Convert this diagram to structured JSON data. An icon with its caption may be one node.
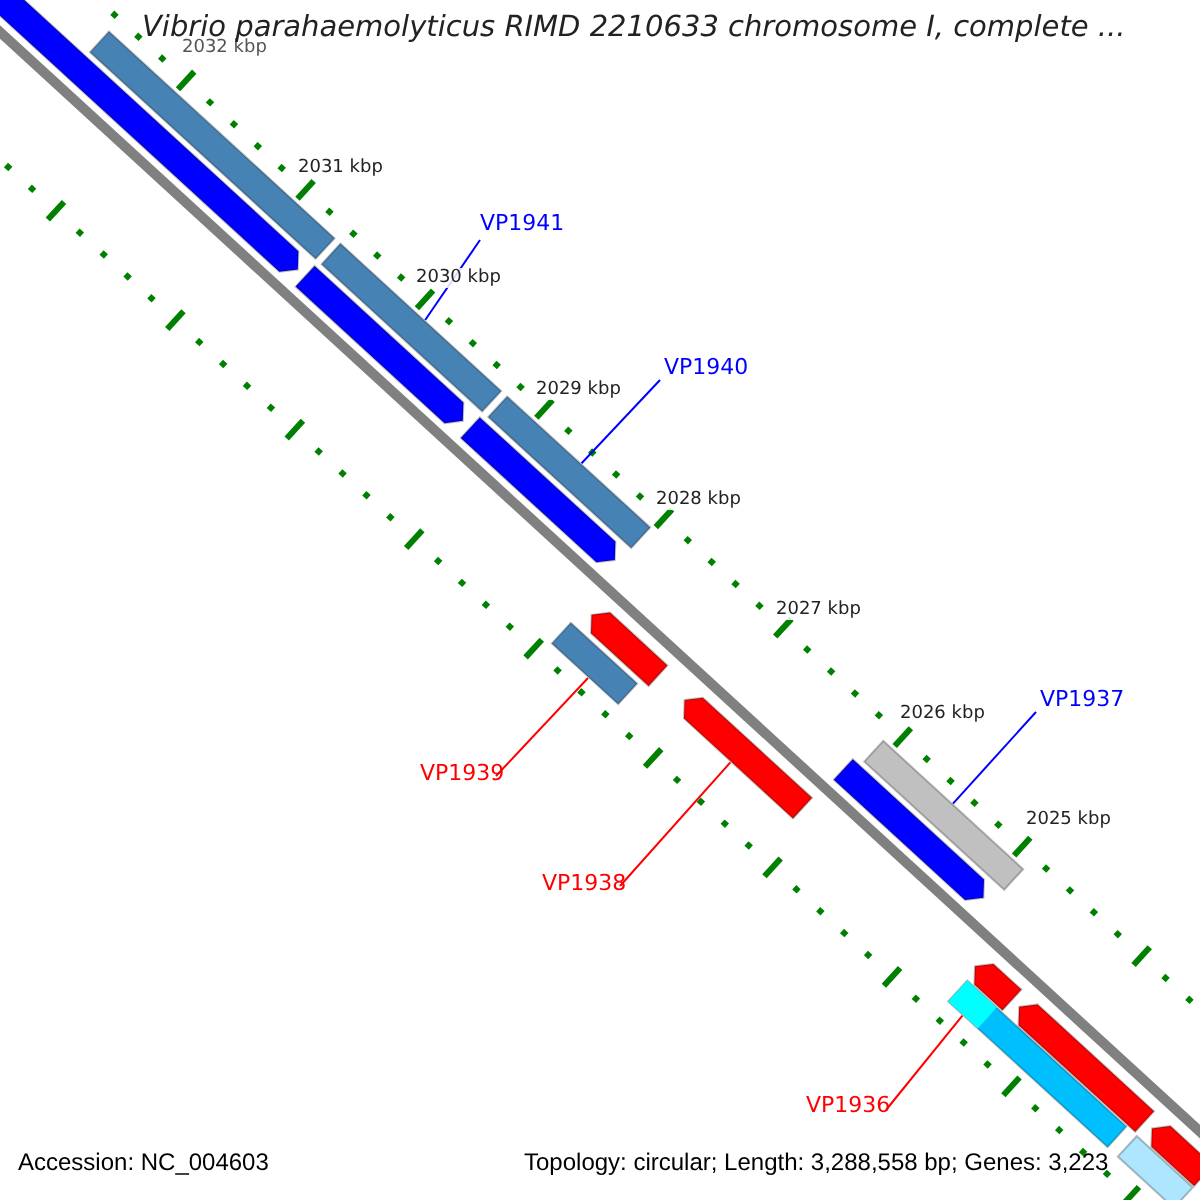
{
  "diagram": {
    "title": "Vibrio parahaemolyticus RIMD 2210633 chromosome I, complete ...",
    "nodes": [
      {
        "text": [
          "VP1941"
        ]
      },
      {
        "text": [],
        "shape": "bar"
      },
      {
        "text": [
          "VP1940"
        ]
      },
      {
        "text": [],
        "shape": "bar"
      },
      {
        "text": [
          "VP1939"
        ]
      },
      {
        "text": [],
        "shape": "bar"
      },
      {
        "text": [
          "VP1938"
        ]
      },
      {
        "text": [],
        "shape": "arrow"
      },
      {
        "text": [
          "VP1937"
        ]
      },
      {
        "text": [],
        "shape": "bar"
      },
      {
        "text": [
          "VP1936"
        ]
      },
      {
        "text": [],
        "shape": "bar"
      },
      {
        "text": [],
        "shape": "bar"
      },
      {
        "text": [],
        "shape": "arrow"
      },
      {
        "text": [],
        "shape": "arrow"
      },
      {
        "text": [],
        "shape": "arrow"
      },
      {
        "text": [],
        "shape": "arrow"
      },
      {
        "text": [],
        "shape": "arrow"
      },
      {
        "text": [],
        "shape": "arrow"
      },
      {
        "text": [],
        "shape": "arrow"
      },
      {
        "text": [],
        "shape": "arrow"
      },
      {
        "text": [],
        "shape": "bar"
      }
    ],
    "edges": [
      {
        "from": 0,
        "to": 1,
        "arrow": "none",
        "color": "#0000ff"
      },
      {
        "from": 2,
        "to": 3,
        "arrow": "none",
        "color": "#0000ff"
      },
      {
        "from": 4,
        "to": 5,
        "arrow": "none",
        "color": "#ff0000"
      },
      {
        "from": 6,
        "to": 7,
        "arrow": "none",
        "color": "#ff0000"
      },
      {
        "from": 8,
        "to": 9,
        "arrow": "none",
        "color": "#0000ff"
      },
      {
        "from": 10,
        "to": 11,
        "arrow": "none",
        "color": "#ff0000"
      }
    ],
    "labels": [
      "2032 kbp",
      "2031 kbp",
      "2030 kbp",
      "2029 kbp",
      "2028 kbp",
      "2027 kbp",
      "2026 kbp",
      "2025 kbp",
      "Accession: NC_004603",
      "Topology: circular; Length: 3,288,558 bp; Genes: 3,223"
    ]
  }
}
